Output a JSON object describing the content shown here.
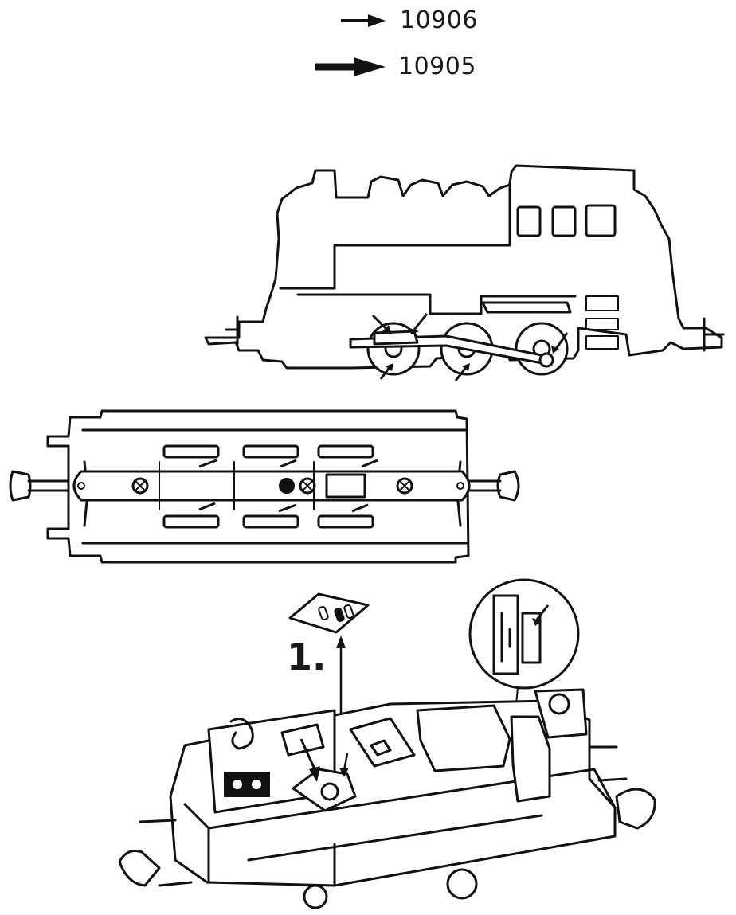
{
  "legend": {
    "thin_arrow_label": "10906",
    "thick_arrow_label": "10905"
  },
  "assembly": {
    "step_label": "1."
  }
}
